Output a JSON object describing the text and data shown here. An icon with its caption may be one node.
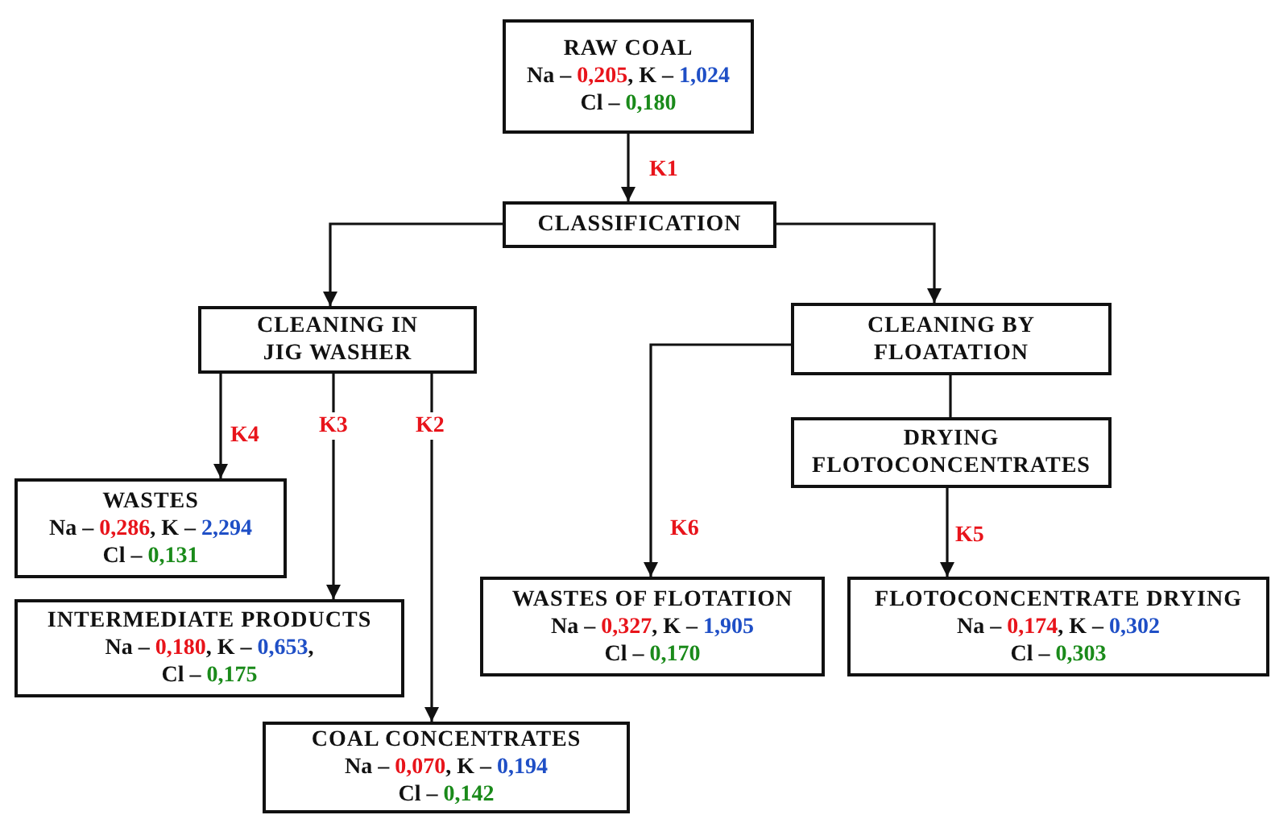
{
  "diagram": {
    "nodes": [
      {
        "text": [
          "RAW COAL",
          "Na – 0,205, K – 1,024",
          "Cl – 0,180"
        ]
      },
      {
        "text": [
          "CLASSIFICATION"
        ]
      },
      {
        "text": [
          "CLEANING IN JIG WASHER"
        ]
      },
      {
        "text": [
          "CLEANING BY FLOATATION"
        ]
      },
      {
        "text": [
          "DRYING FLOTOCONCENTRATES"
        ]
      },
      {
        "text": [
          "WASTES",
          "Na – 0,286, K – 2,294",
          "Cl – 0,131"
        ]
      },
      {
        "text": [
          "INTERMEDIATE PRODUCTS",
          "Na – 0,180, K – 0,653,",
          "Cl – 0,175"
        ]
      },
      {
        "text": [
          "WASTES OF FLOTATION",
          "Na – 0,327, K – 1,905",
          "Cl – 0,170"
        ]
      },
      {
        "text": [
          "FLOTOCONCENTRATE DRYING",
          "Na – 0,174, K – 0,302",
          "Cl – 0,303"
        ]
      },
      {
        "text": [
          "COAL CONCENTRATES",
          "Na – 0,070, K – 0,194",
          "Cl – 0,142"
        ]
      }
    ],
    "edges": [
      {
        "from": 0,
        "to": 1,
        "arrow": "to",
        "label": "K1"
      },
      {
        "from": 1,
        "to": 2,
        "arrow": "to"
      },
      {
        "from": 1,
        "to": 3,
        "arrow": "to"
      },
      {
        "from": 2,
        "to": 5,
        "arrow": "to",
        "label": "K4"
      },
      {
        "from": 2,
        "to": 6,
        "arrow": "to",
        "label": "K3"
      },
      {
        "from": 2,
        "to": 9,
        "arrow": "to",
        "label": "K2"
      },
      {
        "from": 3,
        "to": 7,
        "arrow": "to",
        "label": "K6"
      },
      {
        "from": 3,
        "to": 4,
        "arrow": "none"
      },
      {
        "from": 4,
        "to": 8,
        "arrow": "to",
        "label": "K5"
      }
    ]
  }
}
